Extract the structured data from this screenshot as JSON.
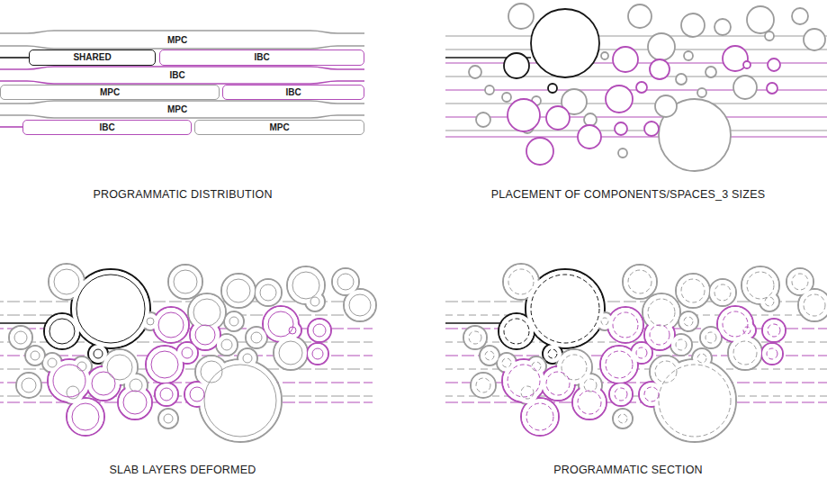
{
  "diagram": {
    "nodes": [
      {
        "text": [
          "SHARED"
        ]
      },
      {
        "text": [
          "IBC"
        ]
      },
      {
        "text": [
          "MPC"
        ]
      },
      {
        "text": [
          "IBC"
        ]
      },
      {
        "text": [
          "IBC"
        ]
      },
      {
        "text": [
          "MPC"
        ]
      }
    ],
    "labels": [
      "MPC",
      "IBC",
      "MPC",
      "PROGRAMMATIC DISTRIBUTION",
      "PLACEMENT OF COMPONENTS/SPACES_3 SIZES",
      "SLAB LAYERS DEFORMED",
      "PROGRAMMATIC SECTION"
    ]
  }
}
